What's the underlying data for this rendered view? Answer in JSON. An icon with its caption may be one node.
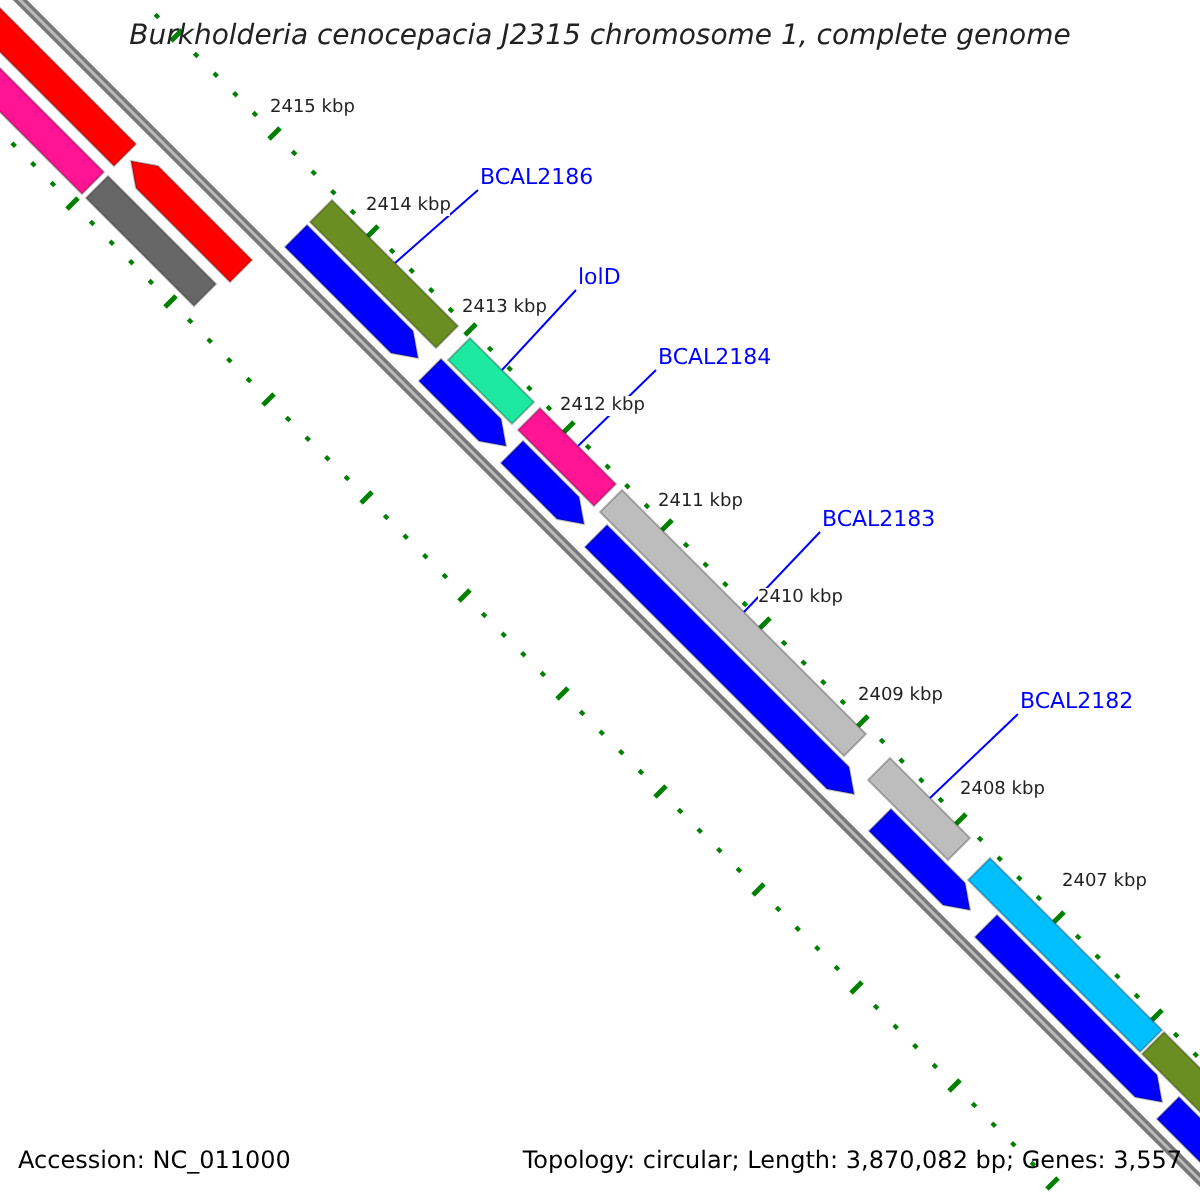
{
  "diagram": {
    "title": "Burkholderia cenocepacia J2315 chromosome 1, complete genome",
    "nodes": [
      {
        "text": [
          "BCAL2186"
        ]
      },
      {
        "text": [
          "lolD"
        ]
      },
      {
        "text": [
          "BCAL2184"
        ]
      },
      {
        "text": [
          "BCAL2183"
        ]
      },
      {
        "text": [
          "BCAL2182"
        ]
      },
      {
        "text": [],
        "shape": "bar"
      },
      {
        "text": [],
        "shape": "bar"
      },
      {
        "text": [],
        "shape": "bar"
      },
      {
        "text": [],
        "shape": "bar"
      },
      {
        "text": [],
        "shape": "bar"
      },
      {
        "text": [],
        "shape": "bar"
      },
      {
        "text": [],
        "shape": "bar"
      },
      {
        "text": [],
        "shape": "bar"
      },
      {
        "text": [],
        "shape": "bar"
      },
      {
        "text": [],
        "shape": "bar"
      },
      {
        "text": [],
        "shape": "bar"
      },
      {
        "text": [],
        "shape": "bar"
      },
      {
        "text": [],
        "shape": "bar"
      },
      {
        "text": [],
        "shape": "bar"
      },
      {
        "text": [],
        "shape": "bar"
      },
      {
        "text": [],
        "shape": "bar"
      },
      {
        "text": [],
        "shape": "bar"
      },
      {
        "text": [],
        "shape": "bar"
      }
    ],
    "edges": [
      {
        "from": 0,
        "to": 5,
        "arrow": "none"
      },
      {
        "from": 1,
        "to": 6,
        "arrow": "none"
      },
      {
        "from": 2,
        "to": 7,
        "arrow": "none"
      },
      {
        "from": 3,
        "to": 8,
        "arrow": "none"
      },
      {
        "from": 4,
        "to": 9,
        "arrow": "none"
      }
    ],
    "labels": [
      "2415 kbp",
      "2414 kbp",
      "2413 kbp",
      "2412 kbp",
      "2411 kbp",
      "2410 kbp",
      "2409 kbp",
      "2408 kbp",
      "2407 kbp",
      "Accession: NC_011000",
      "Topology: circular; Length: 3,870,082 bp; Genes: 3,557"
    ]
  }
}
